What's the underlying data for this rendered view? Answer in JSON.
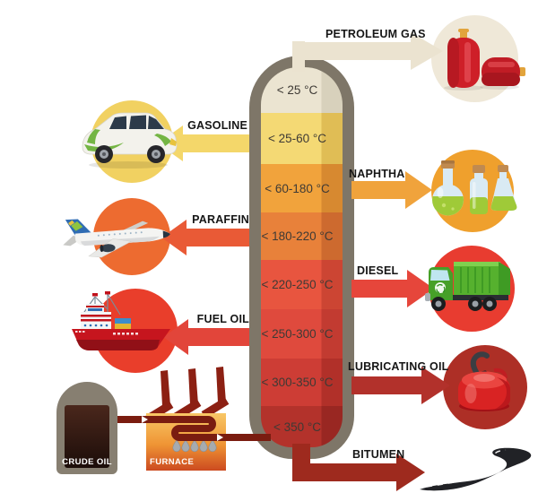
{
  "column": {
    "segments": [
      {
        "label": "< 25 °C",
        "color": "#ebe4d1"
      },
      {
        "label": "< 25-60 °C",
        "color": "#f4d974"
      },
      {
        "label": "< 60-180 °C",
        "color": "#f1a33c"
      },
      {
        "label": "< 180-220 °C",
        "color": "#e8813a"
      },
      {
        "label": "< 220-250 °C",
        "color": "#e8553f"
      },
      {
        "label": "< 250-300 °C",
        "color": "#df4a3d"
      },
      {
        "label": "< 300-350 °C",
        "color": "#cd3d35"
      },
      {
        "label": "< 350 °C",
        "color": "#b3322b"
      }
    ],
    "border_color": "#7e7668"
  },
  "products": [
    {
      "label": "PETROLEUM GAS",
      "temperature": "< 25 °C",
      "side": "right",
      "arrow_color": "#ebe3d0",
      "circle_color": "#efe8d8",
      "icon": "gas-cylinders-icon"
    },
    {
      "label": "GASOLINE",
      "temperature": "< 25-60 °C",
      "side": "left",
      "arrow_color": "#f4d76a",
      "circle_color": "#f1d161",
      "icon": "car-icon"
    },
    {
      "label": "NAPHTHA",
      "temperature": "< 60-180 °C",
      "side": "right",
      "arrow_color": "#f0a33c",
      "circle_color": "#efa02d",
      "icon": "bottles-icon"
    },
    {
      "label": "PARAFFIN",
      "temperature": "< 180-220 °C",
      "side": "left",
      "arrow_color": "#e95a36",
      "circle_color": "#ed6b30",
      "icon": "airplane-icon"
    },
    {
      "label": "DIESEL",
      "temperature": "< 220-250 °C",
      "side": "right",
      "arrow_color": "#e6463b",
      "circle_color": "#e83c30",
      "icon": "garbage-truck-icon"
    },
    {
      "label": "FUEL OIL",
      "temperature": "< 250-300 °C",
      "side": "left",
      "arrow_color": "#e2453a",
      "circle_color": "#e93e2b",
      "icon": "ship-icon"
    },
    {
      "label": "LUBRICATING OIL",
      "temperature": "< 300-350 °C",
      "side": "right",
      "arrow_color": "#b2312b",
      "circle_color": "#ad2f26",
      "icon": "oil-can-icon"
    },
    {
      "label": "BITUMEN",
      "temperature": "< 350 °C",
      "side": "right",
      "arrow_color": "#9e2a1e",
      "icon": "road-icon"
    }
  ],
  "source": {
    "crude_oil_label": "CRUDE OIL",
    "furnace_label": "FURNACE",
    "pipe_color": "#7a1c10"
  }
}
